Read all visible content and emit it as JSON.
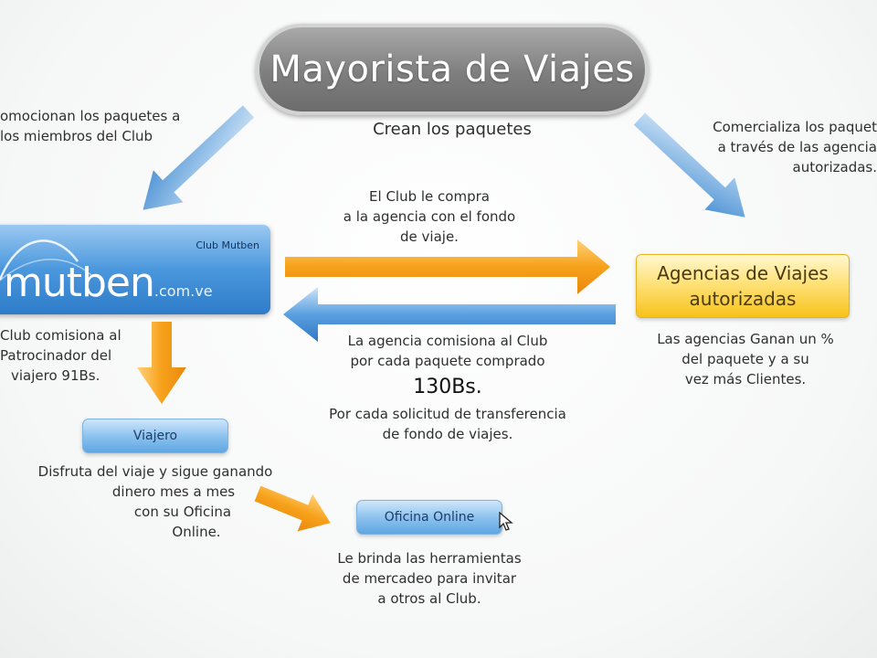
{
  "top": {
    "title": "Mayorista de Viajes",
    "subtitle": "Crean los paquetes"
  },
  "left_note": {
    "lines": [
      "omocionan los paquetes a",
      "los miembros del Club"
    ]
  },
  "right_note": {
    "lines": [
      "Comercializa los paquet",
      "a través de las agencia",
      "autorizadas."
    ]
  },
  "club_buys_note": {
    "lines": [
      "El Club le compra",
      "a la agencia con el fondo",
      "de viaje."
    ]
  },
  "mutben": {
    "club_label": "Club Mutben",
    "logo_text": "mutben",
    "domain": ".com.ve"
  },
  "agencias": {
    "line1": "Agencias de Viajes",
    "line2": "autorizadas"
  },
  "agencias_note": {
    "lines": [
      "Las agencias Ganan un %",
      "del paquete y a su",
      "vez más Clientes."
    ]
  },
  "commission_note": {
    "lines": [
      "La agencia comisiona al Club",
      "por cada paquete comprado"
    ],
    "amount": "130Bs.",
    "lines2": [
      "Por cada solicitud de transferencia",
      "de fondo de viajes."
    ]
  },
  "sponsor_note": {
    "lines": [
      "Club comisiona al",
      "Patrocinador del",
      "viajero 91Bs."
    ]
  },
  "viajero": {
    "label": "Viajero"
  },
  "viajero_note": {
    "lines": [
      "Disfruta del viaje y sigue ganando",
      "dinero mes a mes",
      "con su Oficina",
      "Online."
    ]
  },
  "oficina": {
    "label": "Oficina Online"
  },
  "oficina_note": {
    "lines": [
      "Le brinda las herramientas",
      "de mercadeo para invitar",
      "a otros al Club."
    ]
  },
  "colors": {
    "blue_arrow": "#3f8fd8",
    "orange_arrow": "#f5a623",
    "gray_box": "#7e7e7e",
    "gold_box": "#f7c21a"
  }
}
